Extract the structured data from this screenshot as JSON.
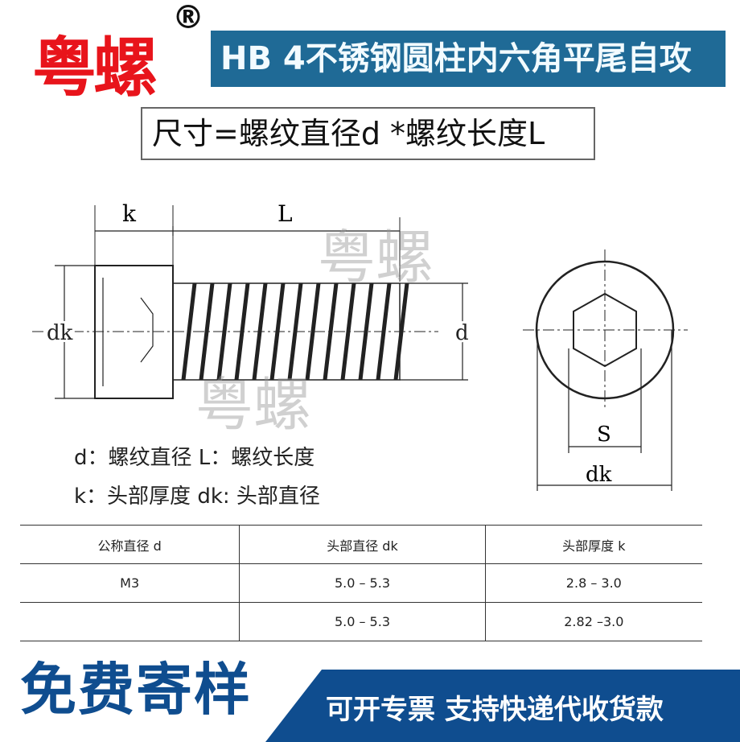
{
  "banner": {
    "title": "HB 4不锈钢圆柱内六角平尾自攻"
  },
  "logo": {
    "text": "粤螺",
    "registered": "®",
    "color": "#e8141b"
  },
  "formula": "尺寸=螺纹直径d *螺纹长度L",
  "drawing": {
    "labels": {
      "k": "k",
      "L": "L",
      "dk": "dk",
      "d": "d",
      "s": "S",
      "dk2": "dk"
    },
    "watermark": "粤螺"
  },
  "legend": {
    "line1": "d：螺纹直径  L：螺纹长度",
    "line2": "k：头部厚度  dk: 头部直径"
  },
  "table": {
    "headers": [
      "公称直径 d",
      "头部直径 dk",
      "头部厚度 k"
    ],
    "rows": [
      [
        "M3",
        "5.0 – 5.3",
        "2.8 – 3.0"
      ],
      [
        "",
        "5.0 – 5.3",
        "2.82 –3.0"
      ]
    ]
  },
  "footer": {
    "left": "免费寄样",
    "right": "可开专票 支持快递代收货款",
    "color": "#0f4d8f"
  }
}
